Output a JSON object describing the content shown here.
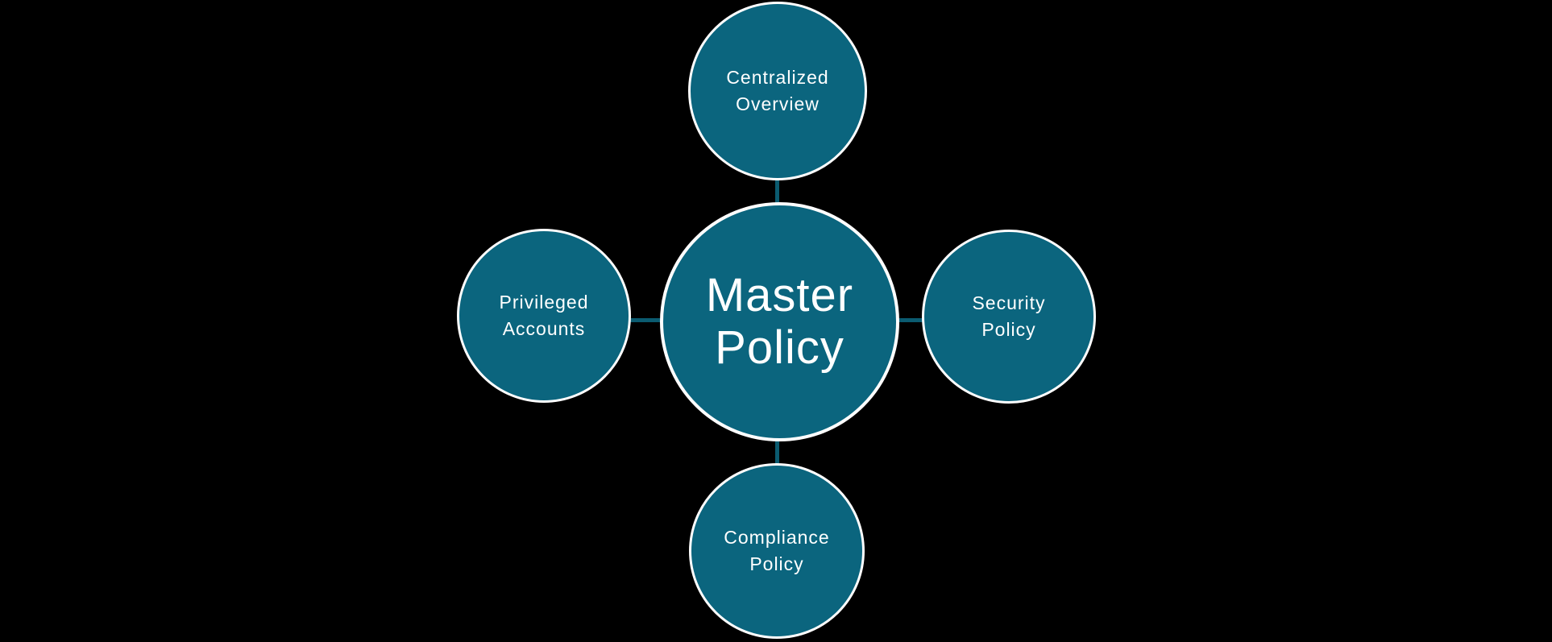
{
  "colors": {
    "background": "#000000",
    "node-fill": "#0b657e",
    "node-stroke": "#ffffff",
    "connector": "#0b5b70",
    "text": "#ffffff"
  },
  "diagram": {
    "type": "radial",
    "center": {
      "label": "Master Policy"
    },
    "satellites": [
      {
        "id": "centralized-overview",
        "label": "Centralized Overview",
        "position": "top"
      },
      {
        "id": "security-policy",
        "label": "Security Policy",
        "position": "right"
      },
      {
        "id": "compliance-policy",
        "label": "Compliance Policy",
        "position": "bottom"
      },
      {
        "id": "privileged-accounts",
        "label": "Privileged Accounts",
        "position": "left"
      }
    ]
  }
}
